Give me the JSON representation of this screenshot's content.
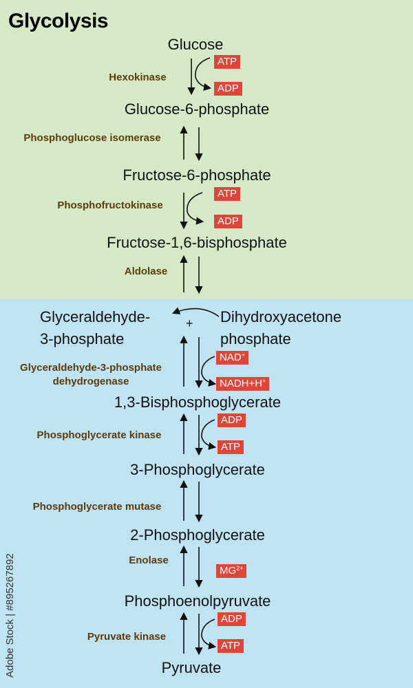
{
  "title": "Glycolysis",
  "metabolites": {
    "glucose": "Glucose",
    "g6p": "Glucose-6-phosphate",
    "f6p": "Fructose-6-phosphate",
    "f16bp": "Fructose-1,6-bisphosphate",
    "gap_line1": "Glyceraldehyde-",
    "gap_line2": "3-phosphate",
    "dhap_line1": "Dihydroxyacetone",
    "dhap_line2": "phosphate",
    "plus": "+",
    "bpg13": "1,3-Bisphosphoglycerate",
    "pg3": "3-Phosphoglycerate",
    "pg2": "2-Phosphoglycerate",
    "pep": "Phosphoenolpyruvate",
    "pyruvate": "Pyruvate"
  },
  "enzymes": {
    "hexokinase": "Hexokinase",
    "pgi": "Phosphoglucose isomerase",
    "pfk": "Phosphofructokinase",
    "aldolase": "Aldolase",
    "gapdh_line1": "Glyceraldehyde-3-phosphate",
    "gapdh_line2": "dehydrogenase",
    "pgk": "Phosphoglycerate kinase",
    "pgm": "Phosphoglycerate mutase",
    "enolase": "Enolase",
    "pk": "Pyruvate kinase"
  },
  "cofactors": {
    "atp1": "ATP",
    "adp1": "ADP",
    "atp2": "ATP",
    "adp2": "ADP",
    "nad": "NAD",
    "nad_sup": "+",
    "nadh": "NADH+H",
    "nadh_sup": "+",
    "adp3": "ADP",
    "atp3": "ATP",
    "mg": "MG",
    "mg_sup": "2+",
    "adp4": "ADP",
    "atp4": "ATP"
  },
  "watermark": "Adobe Stock | #895267892",
  "colors": {
    "top_panel": "#d6e9c7",
    "bottom_panel": "#bfe3f3",
    "cofactor_box": "#e0453a",
    "enzyme_text": "#5b3b0d"
  }
}
